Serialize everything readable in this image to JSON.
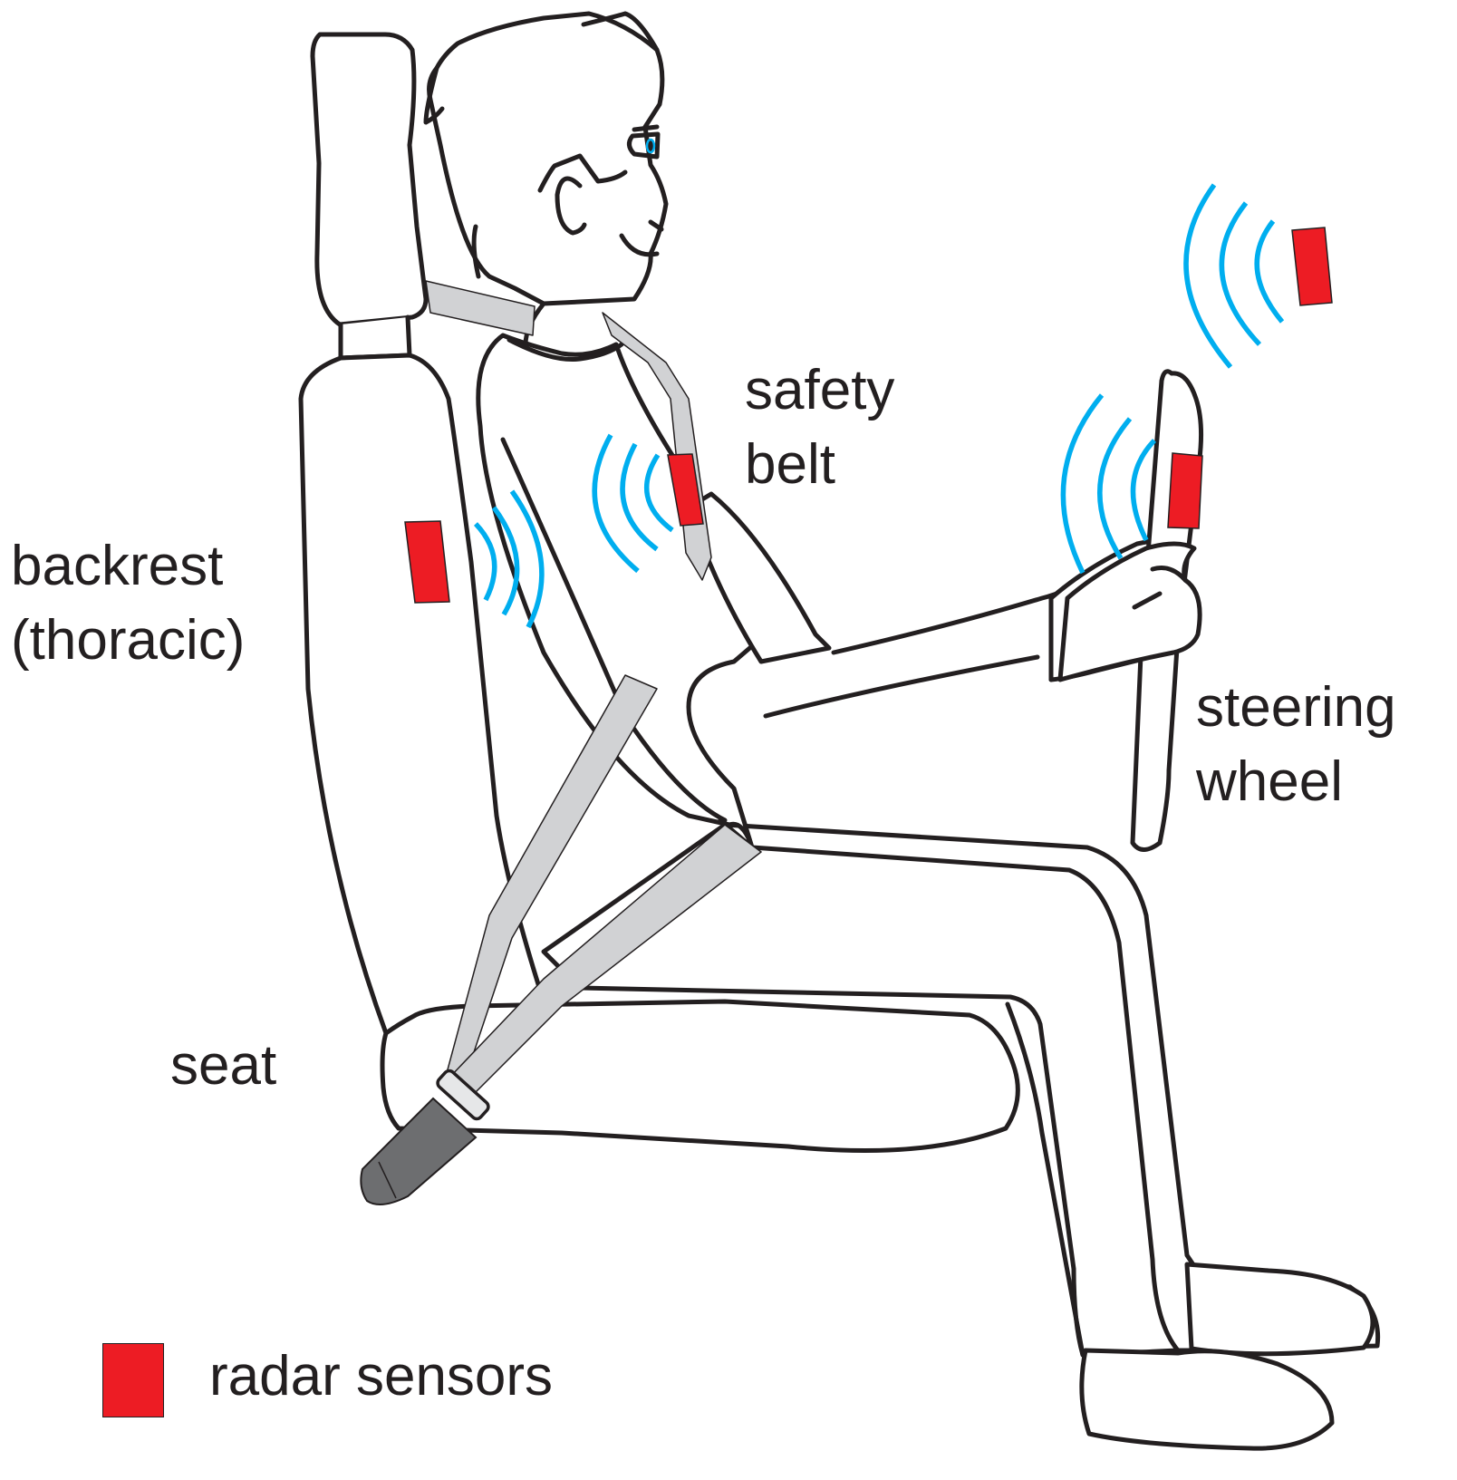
{
  "figure": {
    "type": "illustration",
    "description": "Driver seated in a car seat with radar sensors in backrest, safety belt and steering wheel"
  },
  "colors": {
    "outline": "#231f20",
    "radar_sensor": "#ed1c24",
    "radar_wave": "#00aeef",
    "belt_webbing": "#d1d2d4",
    "belt_buckle": "#6d6e70",
    "buckle_ring": "#e6e7e8",
    "eye_iris": "#00aeef",
    "background": "#ffffff"
  },
  "labels": {
    "backrest": {
      "line1": "backrest",
      "line2": "(thoracic)"
    },
    "safety_belt": {
      "line1": "safety",
      "line2": "belt"
    },
    "steering_wheel": {
      "line1": "steering",
      "line2": "wheel"
    },
    "seat": {
      "line1": "seat"
    }
  },
  "legend": {
    "items": [
      {
        "symbol": "red-square",
        "label": "radar sensors"
      }
    ]
  },
  "sensors": [
    {
      "location": "backrest (thoracic)",
      "waves": 3,
      "wave_direction": "right"
    },
    {
      "location": "safety belt",
      "waves": 3,
      "wave_direction": "left"
    },
    {
      "location": "steering wheel",
      "waves": 3,
      "wave_direction": "left"
    },
    {
      "location": "dashboard / free-standing (top right)",
      "waves": 3,
      "wave_direction": "left"
    }
  ]
}
